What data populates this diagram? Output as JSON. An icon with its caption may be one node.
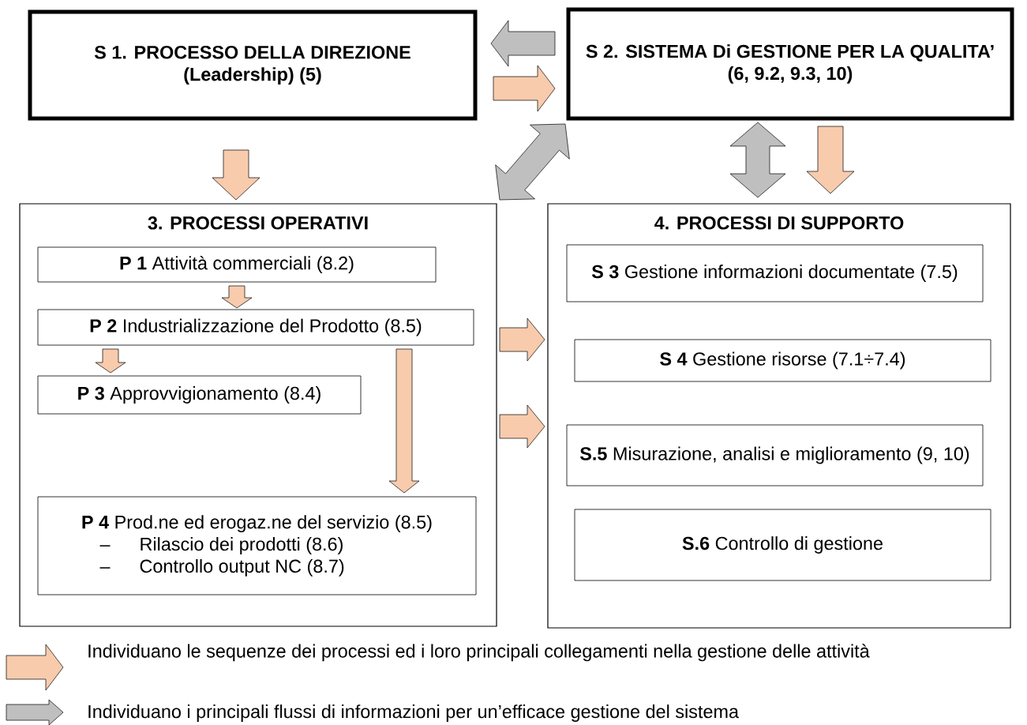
{
  "diagram": {
    "nodes": [
      {
        "text": [
          "S 1. PROCESSO DELLA DIREZIONE (Leadership) (5)"
        ]
      },
      {
        "text": [
          "S 2. SISTEMA Di GESTIONE PER LA QUALITA’ (6, 9.2, 9.3, 10)"
        ]
      },
      {
        "text": [
          "3. PROCESSI OPERATIVI"
        ]
      },
      {
        "text": [
          "**P 1** Attività commerciali (8.2)"
        ],
        "in": 2
      },
      {
        "text": [
          "**P 2** Industrializzazione del Prodotto (8.5)"
        ],
        "in": 2
      },
      {
        "text": [
          "**P 3** Approvvigionamento (8.4)"
        ],
        "in": 2
      },
      {
        "text": [
          "**P 4** Prod.ne ed erogaz.ne del servizio (8.5)",
          "Rilascio dei prodotti (8.6)",
          "Controllo output NC (8.7)"
        ],
        "in": 2
      },
      {
        "text": [
          "4. PROCESSI DI SUPPORTO"
        ]
      },
      {
        "text": [
          "**S 3** Gestione informazioni documentate (7.5)"
        ],
        "in": 7
      },
      {
        "text": [
          "**S 4** Gestione risorse (7.1÷7.4)"
        ],
        "in": 7
      },
      {
        "text": [
          "**S.5** Misurazione, analisi e miglioramento (9, 10)"
        ],
        "in": 7
      },
      {
        "text": [
          "**S.6** Controllo di gestione"
        ],
        "in": 7
      }
    ],
    "edges": [
      {
        "from": 1,
        "to": 0,
        "arrow": "to",
        "color": "#bfbfbf"
      },
      {
        "from": 0,
        "to": 1,
        "arrow": "to"
      },
      {
        "from": 0,
        "to": 2,
        "arrow": "to"
      },
      {
        "from": 1,
        "to": 2,
        "arrow": "both",
        "color": "#bfbfbf"
      },
      {
        "from": 1,
        "to": 7,
        "arrow": "both",
        "color": "#bfbfbf"
      },
      {
        "from": 1,
        "to": 7,
        "arrow": "to"
      },
      {
        "from": 3,
        "to": 4,
        "arrow": "to"
      },
      {
        "from": 4,
        "to": 5,
        "arrow": "to"
      },
      {
        "from": 4,
        "to": 6,
        "arrow": "to"
      },
      {
        "from": 2,
        "to": 7,
        "arrow": "to"
      },
      {
        "from": 2,
        "to": 7,
        "arrow": "to"
      }
    ],
    "labels": [
      "–",
      "–"
    ],
    "legend": [
      {
        "text": "Individuano le sequenze dei processi ed i loro principali collegamenti nella gestione delle attività",
        "color": "#f8cbad"
      },
      {
        "text": "Individuano i principali flussi di informazioni per un’efficace gestione del sistema",
        "color": "#bfbfbf"
      }
    ]
  }
}
